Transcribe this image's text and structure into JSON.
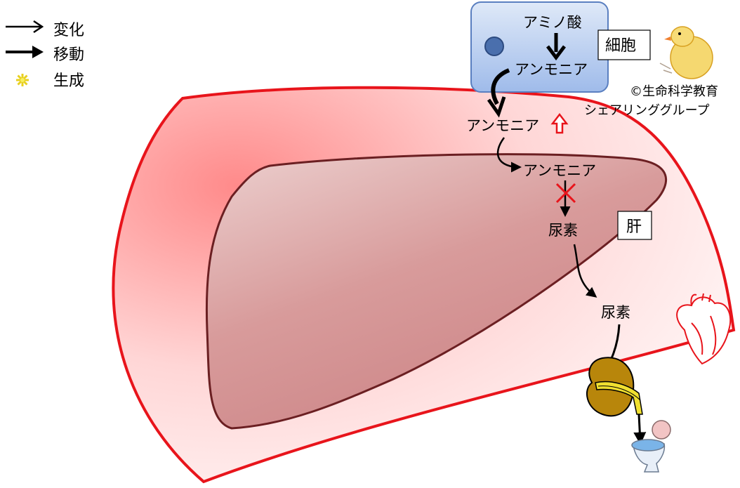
{
  "legend": {
    "items": [
      {
        "icon": "thin-arrow-icon",
        "label": "変化"
      },
      {
        "icon": "thick-arrow-icon",
        "label": "移動"
      },
      {
        "icon": "yellow-star-icon",
        "label": "生成"
      }
    ]
  },
  "cell": {
    "title": "細胞",
    "amino_acid": "アミノ酸",
    "ammonia": "アンモニア"
  },
  "blood": {
    "ammonia": "アンモニア"
  },
  "liver": {
    "title": "肝",
    "ammonia": "アンモニア",
    "urea": "尿素"
  },
  "circulation": {
    "urea": "尿素"
  },
  "copyright": {
    "line1": "©生命科学教育",
    "line2": "シェアリンググループ"
  },
  "colors": {
    "outline_red": "#e8141b",
    "liver_fill": "#d48a8d",
    "liver_outline": "#6b1f22",
    "cell_fill": "#b7cdf0",
    "nucleus": "#4a6fad",
    "kidney": "#b8860b",
    "star_yellow": "#f0e030"
  }
}
